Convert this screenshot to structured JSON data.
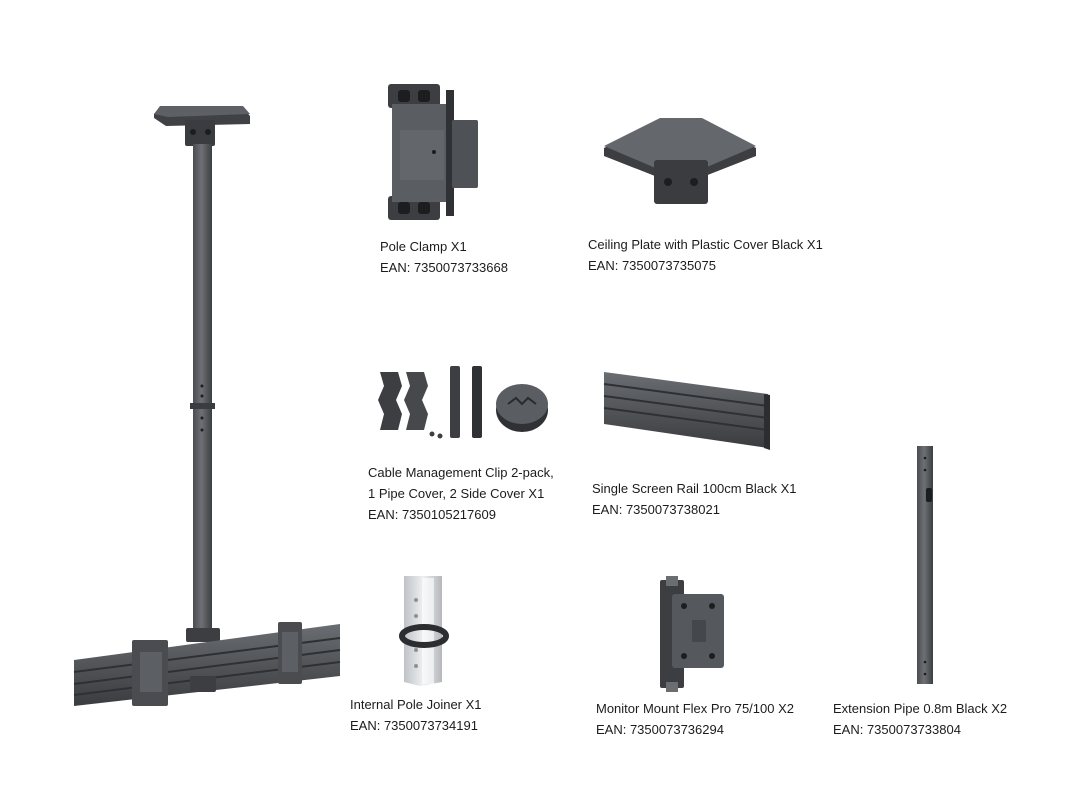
{
  "colors": {
    "metal_dark": "#3e4043",
    "metal_mid": "#55585c",
    "metal_light": "#7a7d81",
    "hole": "#1c1d1f",
    "text": "#1c1c1c",
    "background": "#ffffff"
  },
  "items": [
    {
      "id": "pole-clamp",
      "icon": "pole-clamp-icon",
      "name": "Pole Clamp X1",
      "ean": "EAN: 7350073733668"
    },
    {
      "id": "ceiling-plate",
      "icon": "ceiling-plate-icon",
      "name": "Ceiling Plate with Plastic Cover Black X1",
      "ean": "EAN: 7350073735075"
    },
    {
      "id": "cable-clip",
      "icon": "cable-clip-icon",
      "name_line1": "Cable Management Clip 2-pack,",
      "name_line2": "1 Pipe Cover, 2 Side Cover X1",
      "ean": "EAN: 7350105217609"
    },
    {
      "id": "screen-rail",
      "icon": "screen-rail-icon",
      "name": "Single Screen Rail 100cm Black X1",
      "ean": "EAN: 7350073738021"
    },
    {
      "id": "pole-joiner",
      "icon": "pole-joiner-icon",
      "name": "Internal Pole Joiner X1",
      "ean": "EAN: 7350073734191"
    },
    {
      "id": "monitor-mount",
      "icon": "monitor-mount-icon",
      "name": "Monitor Mount Flex Pro 75/100 X2",
      "ean": "EAN: 7350073736294"
    },
    {
      "id": "extension-pipe",
      "icon": "extension-pipe-icon",
      "name": "Extension Pipe 0.8m Black X2",
      "ean": "EAN: 7350073733804"
    }
  ]
}
